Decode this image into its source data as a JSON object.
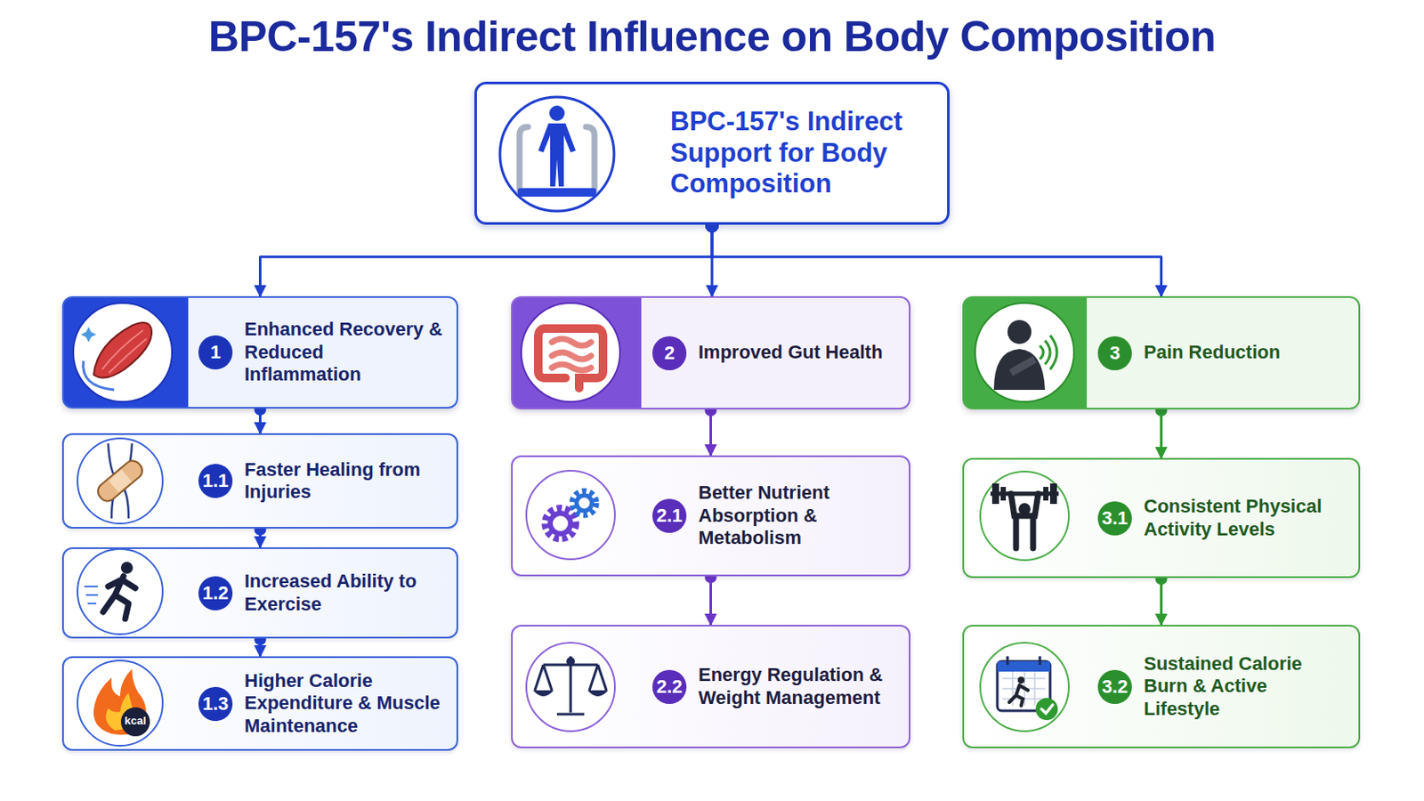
{
  "diagram": {
    "title": "BPC-157's Indirect Influence on Body Composition",
    "nodes": [
      {
        "text": [
          "BPC-157's Indirect Support for Body Composition"
        ]
      },
      {
        "text": [
          "1",
          "Enhanced Recovery & Reduced Inflammation"
        ]
      },
      {
        "text": [
          "1.1",
          "Faster Healing from Injuries"
        ]
      },
      {
        "text": [
          "1.2",
          "Increased Ability to Exercise"
        ]
      },
      {
        "text": [
          "1.3",
          "Higher Calorie Expenditure & Muscle Maintenance"
        ]
      },
      {
        "text": [
          "2",
          "Improved Gut Health"
        ]
      },
      {
        "text": [
          "2.1",
          "Better Nutrient Absorption & Metabolism"
        ]
      },
      {
        "text": [
          "2.2",
          "Energy Regulation & Weight Management"
        ]
      },
      {
        "text": [
          "3",
          "Pain Reduction"
        ]
      },
      {
        "text": [
          "3.1",
          "Consistent Physical Activity Levels"
        ]
      },
      {
        "text": [
          "3.2",
          "Sustained Calorie Burn & Active Lifestyle"
        ]
      }
    ],
    "edges": [
      {
        "from": 0,
        "to": 1,
        "arrow": "to"
      },
      {
        "from": 0,
        "to": 5,
        "arrow": "to"
      },
      {
        "from": 0,
        "to": 8,
        "arrow": "to"
      },
      {
        "from": 1,
        "to": 2,
        "arrow": "to"
      },
      {
        "from": 2,
        "to": 3,
        "arrow": "to"
      },
      {
        "from": 3,
        "to": 4,
        "arrow": "to"
      },
      {
        "from": 5,
        "to": 6,
        "arrow": "to"
      },
      {
        "from": 6,
        "to": 7,
        "arrow": "to"
      },
      {
        "from": 8,
        "to": 9,
        "arrow": "to"
      },
      {
        "from": 9,
        "to": 10,
        "arrow": "to"
      }
    ],
    "labels": [
      "kcal"
    ]
  }
}
